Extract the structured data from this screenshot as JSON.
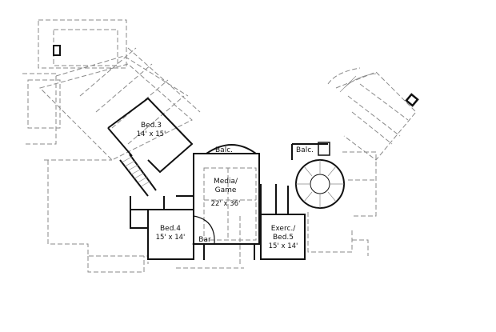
{
  "plan": {
    "type": "floor-plan",
    "rooms": [
      {
        "name": "Bed.3",
        "dims": "14' x 15'"
      },
      {
        "name": "Media/",
        "name2": "Game",
        "dims": "22' x 36'"
      },
      {
        "name": "Bed.4",
        "dims": "15' x 14'"
      },
      {
        "name": "Exerc./",
        "name2": "Bed.5",
        "dims": "15' x 14'"
      }
    ],
    "labels": {
      "balc_center": "Balc.",
      "balc_right": "Balc.",
      "bar": "Bar"
    },
    "colors": {
      "wall": "#111111",
      "dashed": "#8a8a8a",
      "background": "#ffffff"
    }
  }
}
